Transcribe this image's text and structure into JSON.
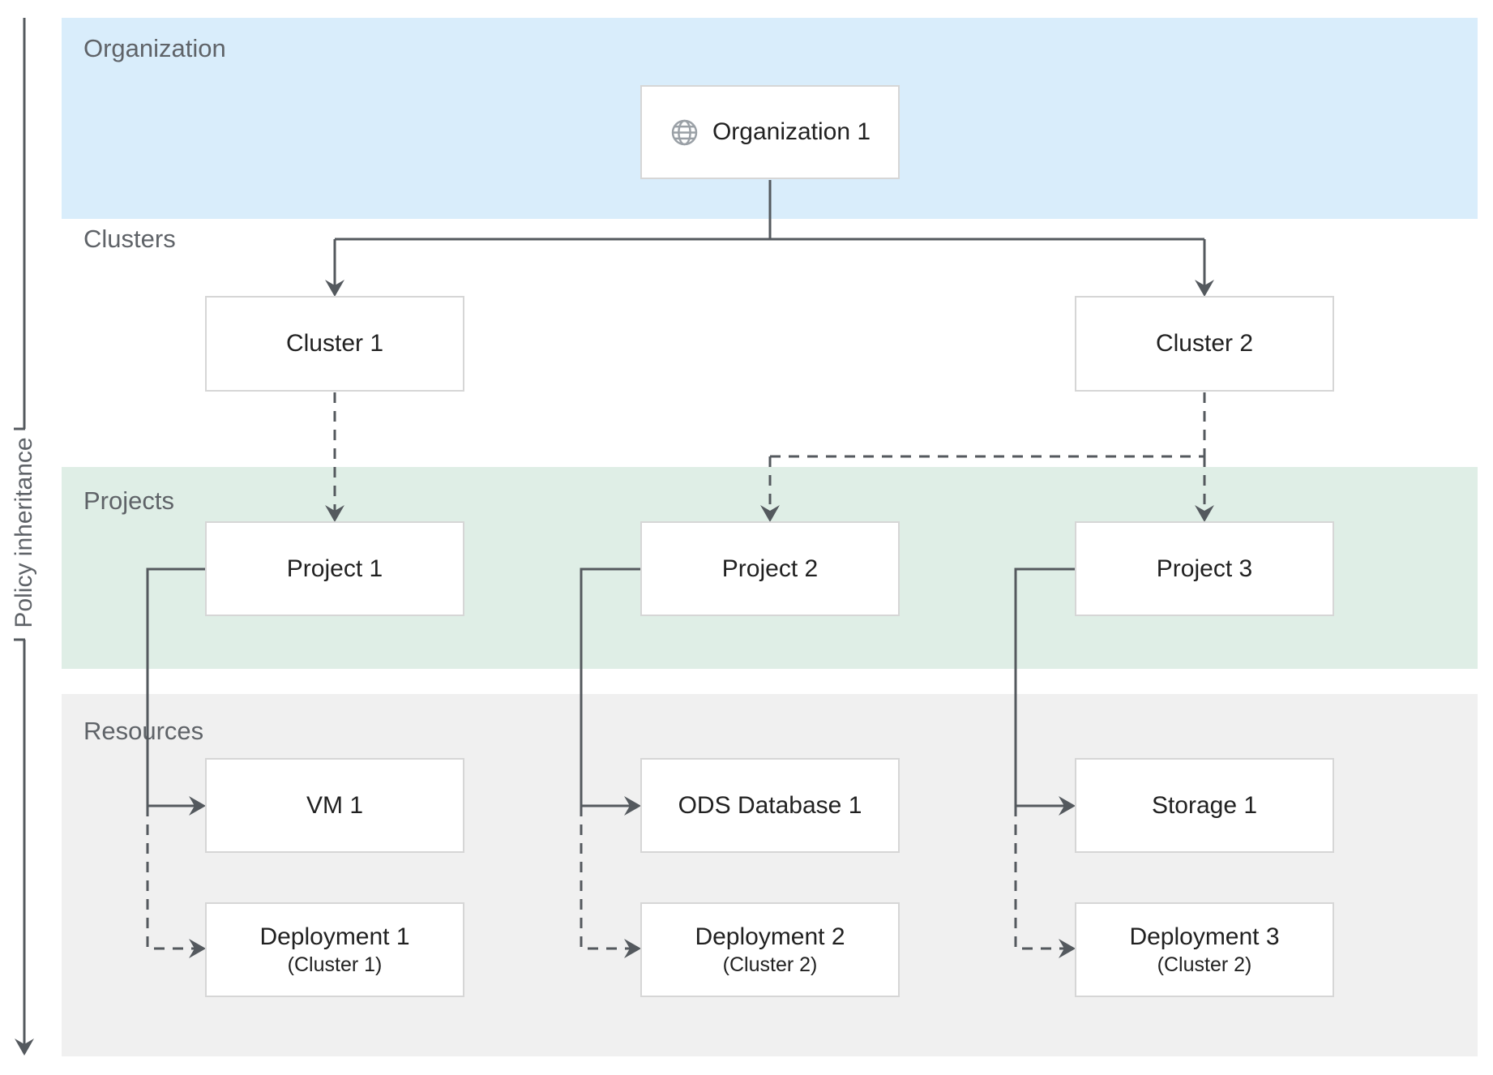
{
  "policy_axis": {
    "label": "Policy inheritance"
  },
  "bands": {
    "organization": {
      "label": "Organization"
    },
    "clusters": {
      "label": "Clusters"
    },
    "projects": {
      "label": "Projects"
    },
    "resources": {
      "label": "Resources"
    }
  },
  "nodes": {
    "organization1": {
      "label": "Organization 1",
      "icon": "globe-icon"
    },
    "cluster1": {
      "label": "Cluster 1"
    },
    "cluster2": {
      "label": "Cluster 2"
    },
    "project1": {
      "label": "Project 1"
    },
    "project2": {
      "label": "Project 2"
    },
    "project3": {
      "label": "Project 3"
    },
    "vm1": {
      "label": "VM 1"
    },
    "ods_database1": {
      "label": "ODS Database 1"
    },
    "storage1": {
      "label": "Storage 1"
    },
    "deployment1": {
      "label": "Deployment 1",
      "sublabel": "(Cluster 1)"
    },
    "deployment2": {
      "label": "Deployment 2",
      "sublabel": "(Cluster 2)"
    },
    "deployment3": {
      "label": "Deployment 3",
      "sublabel": "(Cluster 2)"
    }
  },
  "edges": [
    {
      "from": "organization1",
      "to": "cluster1",
      "style": "solid"
    },
    {
      "from": "organization1",
      "to": "cluster2",
      "style": "solid"
    },
    {
      "from": "cluster1",
      "to": "project1",
      "style": "dashed"
    },
    {
      "from": "cluster2",
      "to": "project2",
      "style": "dashed"
    },
    {
      "from": "cluster2",
      "to": "project3",
      "style": "dashed"
    },
    {
      "from": "project1",
      "to": "vm1",
      "style": "solid"
    },
    {
      "from": "project1",
      "to": "deployment1",
      "style": "dashed"
    },
    {
      "from": "project2",
      "to": "ods_database1",
      "style": "solid"
    },
    {
      "from": "project2",
      "to": "deployment2",
      "style": "dashed"
    },
    {
      "from": "project3",
      "to": "storage1",
      "style": "solid"
    },
    {
      "from": "project3",
      "to": "deployment3",
      "style": "dashed"
    }
  ],
  "colors": {
    "organization_band": "#d9edfb",
    "projects_band": "#dfeee6",
    "resources_band": "#f0f0f0",
    "connector_line": "#54595e",
    "box_border": "#d6d6d6",
    "box_text": "#212121",
    "band_label_text": "#5f6368",
    "globe_icon": "#9aa0a6"
  }
}
